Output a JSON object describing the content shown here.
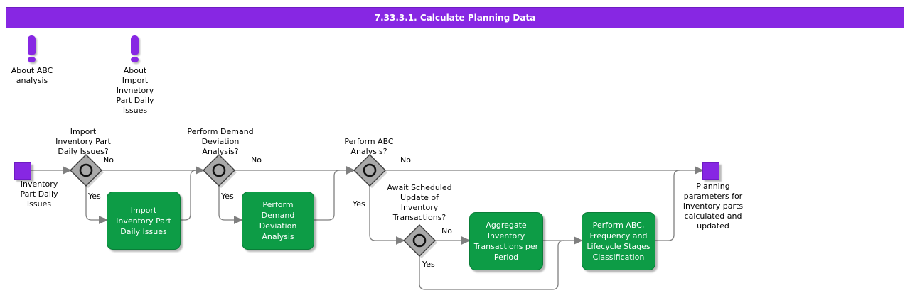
{
  "title": "7.33.3.1. Calculate Planning Data",
  "notes": {
    "abc": {
      "label": "About ABC\nanalysis"
    },
    "import": {
      "label": "About\nImport\nInvnetory\nPart Daily\nIssues"
    }
  },
  "flow": {
    "start_label": "Inventory\nPart Daily\nIssues",
    "end_label": "Planning\nparameters for\ninventory parts\ncalculated and\nupdated",
    "decisions": {
      "import_issues": {
        "question": "Import\nInventory Part\nDaily Issues?",
        "yes": "Yes",
        "no": "No"
      },
      "demand_deviation": {
        "question": "Perform Demand\nDeviation\nAnalysis?",
        "yes": "Yes",
        "no": "No"
      },
      "abc_analysis": {
        "question": "Perform ABC\nAnalysis?",
        "yes": "Yes",
        "no": "No"
      },
      "await_update": {
        "question": "Await Scheduled\nUpdate of\nInventory\nTransactions?",
        "yes": "Yes",
        "no": "No"
      }
    },
    "activities": {
      "import_issues": "Import\nInventory Part\nDaily Issues",
      "demand_deviation": "Perform\nDemand\nDeviation\nAnalysis",
      "aggregate": "Aggregate\nInventory\nTransactions per\nPeriod",
      "classification": "Perform ABC,\nFrequency and\nLifecycle Stages\nClassification"
    }
  },
  "colors": {
    "accent_purple": "#8727E3",
    "activity_green": "#0D9C46",
    "connector_gray": "#7f7f7f",
    "gateway_gray": "#A9A9A9"
  }
}
